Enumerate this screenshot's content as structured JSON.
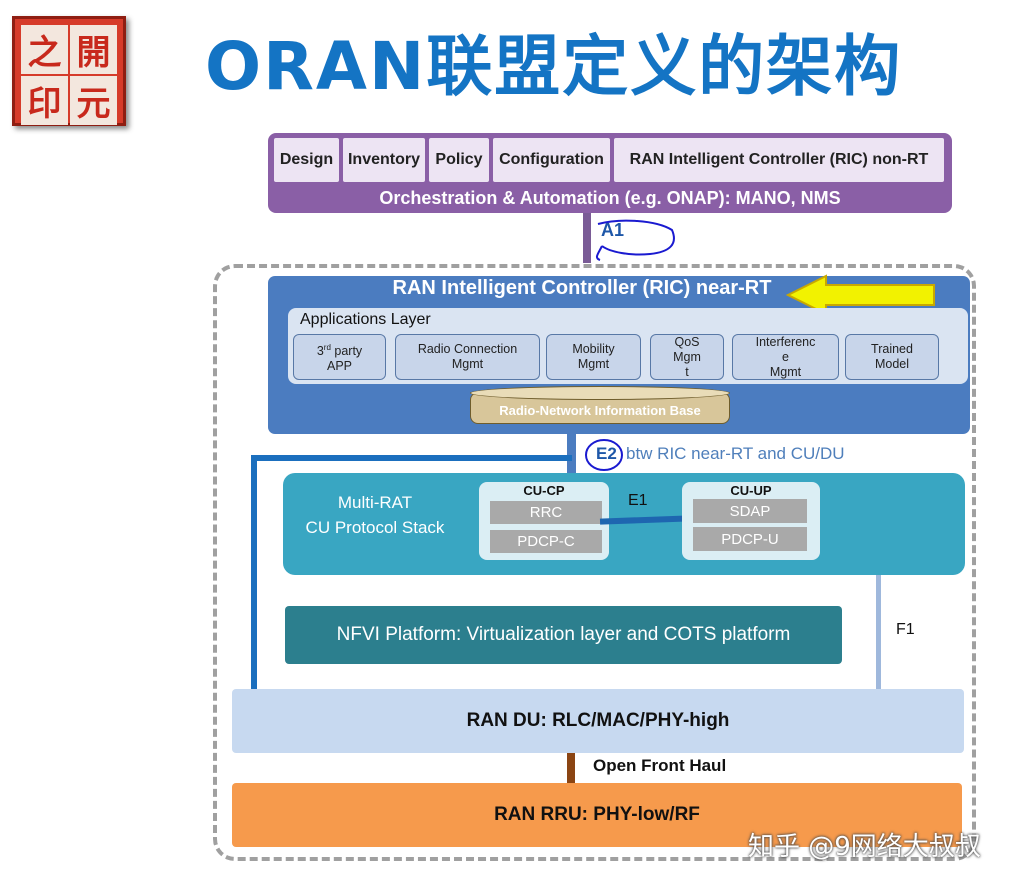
{
  "logo": {
    "chars": [
      "之",
      "開",
      "印",
      "元"
    ]
  },
  "title": "ORAN联盟定义的架构",
  "orchestration": {
    "boxes": [
      "Design",
      "Inventory",
      "Policy",
      "Configuration",
      "RAN Intelligent Controller (RIC) non-RT"
    ],
    "label": "Orchestration & Automation (e.g. ONAP): MANO, NMS"
  },
  "interfaces": {
    "a1": "A1",
    "e2": "E2",
    "e2_desc": "btw RIC near-RT and CU/DU",
    "e1": "E1",
    "f1": "F1",
    "open_front_haul": "Open Front Haul"
  },
  "ric_near_rt": {
    "title": "RAN Intelligent Controller (RIC) near-RT",
    "apps_layer_label": "Applications Layer",
    "third_party": {
      "pre": "3",
      "sup": "rd",
      "post": " party",
      "line2": "APP"
    },
    "apps": [
      {
        "l1": "Radio Connection",
        "l2": "Mgmt",
        "l3": ""
      },
      {
        "l1": "Mobility",
        "l2": "Mgmt",
        "l3": ""
      },
      {
        "l1": "QoS",
        "l2": "Mgm",
        "l3": "t"
      },
      {
        "l1": "Interferenc",
        "l2": "e",
        "l3": "Mgmt"
      },
      {
        "l1": "Trained",
        "l2": "Model",
        "l3": ""
      }
    ],
    "rnib": "Radio-Network Information Base"
  },
  "cu": {
    "label_l1": "Multi-RAT",
    "label_l2": "CU Protocol Stack",
    "cp": {
      "title": "CU-CP",
      "items": [
        "RRC",
        "PDCP-C"
      ]
    },
    "up": {
      "title": "CU-UP",
      "items": [
        "SDAP",
        "PDCP-U"
      ]
    }
  },
  "nfvi": "NFVI Platform: Virtualization layer and COTS platform",
  "du": "RAN DU: RLC/MAC/PHY-high",
  "rru": "RAN RRU: PHY-low/RF",
  "watermark": "知乎 @9网络大叔叔",
  "colors": {
    "title": "#1474c4",
    "orchestration": "#8a5fa6",
    "ric": "#4b7cc0",
    "cu": "#39a6c2",
    "nfvi": "#2c7f8e",
    "du": "#c7d9f0",
    "rru": "#f69a4c",
    "arrow": "#f2f200"
  }
}
